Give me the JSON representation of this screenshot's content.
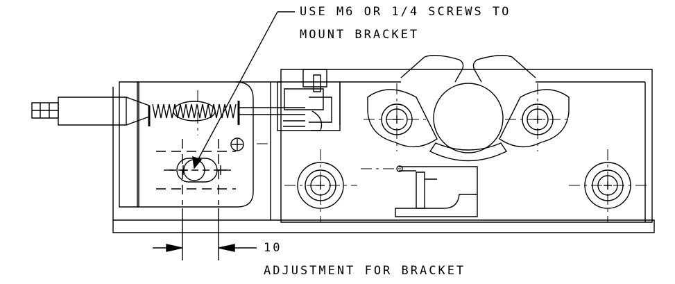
{
  "notes": {
    "mount_line1": "USE M6 OR 1/4 SCREWS TO",
    "mount_line2": "MOUNT BRACKET",
    "dimension_value": "10",
    "dimension_caption": "ADJUSTMENT FOR BRACKET"
  },
  "colors": {
    "line": "#000000",
    "background": "#ffffff"
  }
}
